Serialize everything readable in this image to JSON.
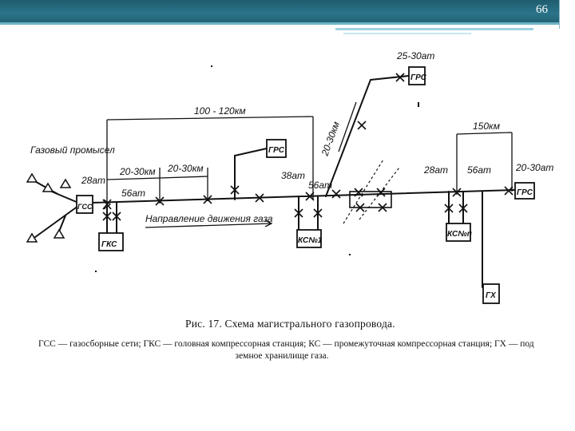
{
  "slide": {
    "page_number": "66"
  },
  "diagram": {
    "labels": {
      "field": "Газовый промысел",
      "gss": "ГСС",
      "gks": "ГКС",
      "grs_left": "ГРС",
      "grs_top": "ГРС",
      "grs_right": "ГРС",
      "ks1": "КС№1",
      "ksn": "КС№п",
      "gkh": "ГХ",
      "p_28_left": "28ат",
      "p_56_left": "56ат",
      "p_38_mid": "38ат",
      "p_56_mid": "56ат",
      "p_28_right": "28ат",
      "p_56_right": "56ат",
      "p_25_30": "25-30ат",
      "p_20_30_right": "20-30ат",
      "dist_100_120": "100 - 120км",
      "dist_20_30_a": "20-30км",
      "dist_20_30_b": "20-30км",
      "dist_20_30_branch": "20-30км",
      "dist_150": "150км",
      "flow_direction": "Направление движения газа"
    }
  },
  "caption": {
    "title": "Рис. 17. Схема магистрального газопровода.",
    "legend_line1": "ГСС — газосборные сети; ГКС — головная компрессорная станция; КС — промежуточная компрессорная станция; ГХ — под",
    "legend_line2": "земное хранилище газа."
  }
}
